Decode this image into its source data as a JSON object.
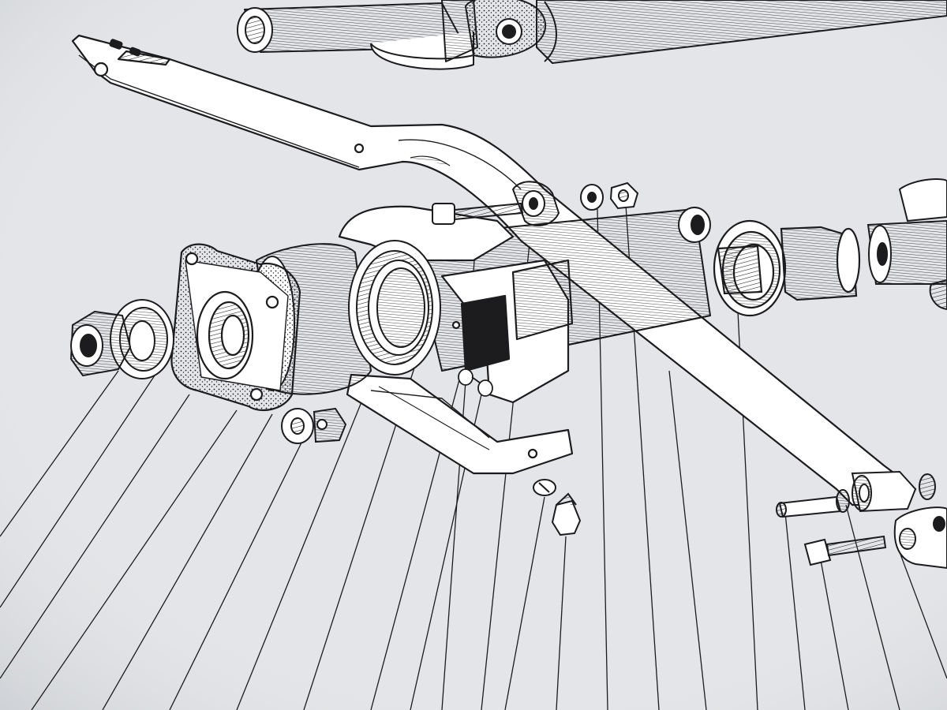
{
  "diagram": {
    "kind": "exploded-parts-drawing",
    "paper_color": "#e3e5e8",
    "ink_color": "#1c1c1e",
    "shade_color": "#c9ccd1",
    "parts": [
      "drive-shaft-tube",
      "swing-arm",
      "hex-nut",
      "thrust-washer",
      "flange-plate",
      "cup-housing",
      "seal-ring",
      "gearbox-cradle",
      "mounting-bracket",
      "through-bolt",
      "pivot-eye-washer",
      "washer-small",
      "nut-small",
      "splined-hub",
      "shaft-tube-right",
      "stud-bolt",
      "split-washer",
      "hex-bolt-small",
      "hex-nut-pair",
      "pivot-pin",
      "hex-bolt-long",
      "link-bracket"
    ],
    "leader_lines": 22
  }
}
